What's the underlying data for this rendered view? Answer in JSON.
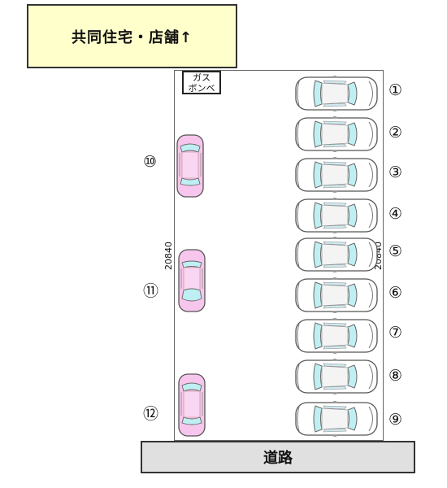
{
  "header": {
    "building_label": "共同住宅・店舗↑"
  },
  "gas": {
    "label_line1": "ガス",
    "label_line2": "ボンベ"
  },
  "dimension": {
    "left": "20840",
    "right": "20840"
  },
  "road": {
    "label": "道路"
  },
  "spaces": {
    "right": [
      {
        "number": "①"
      },
      {
        "number": "②"
      },
      {
        "number": "③"
      },
      {
        "number": "④"
      },
      {
        "number": "⑤"
      },
      {
        "number": "⑥"
      },
      {
        "number": "⑦"
      },
      {
        "number": "⑧"
      },
      {
        "number": "⑨"
      }
    ],
    "left": [
      {
        "number": "⑩"
      },
      {
        "number": "⑪"
      },
      {
        "number": "⑫"
      }
    ]
  },
  "colors": {
    "car_white": "#ffffff",
    "car_pink": "#f7c6ec",
    "glass": "#bfeff3",
    "outline": "#555555"
  }
}
